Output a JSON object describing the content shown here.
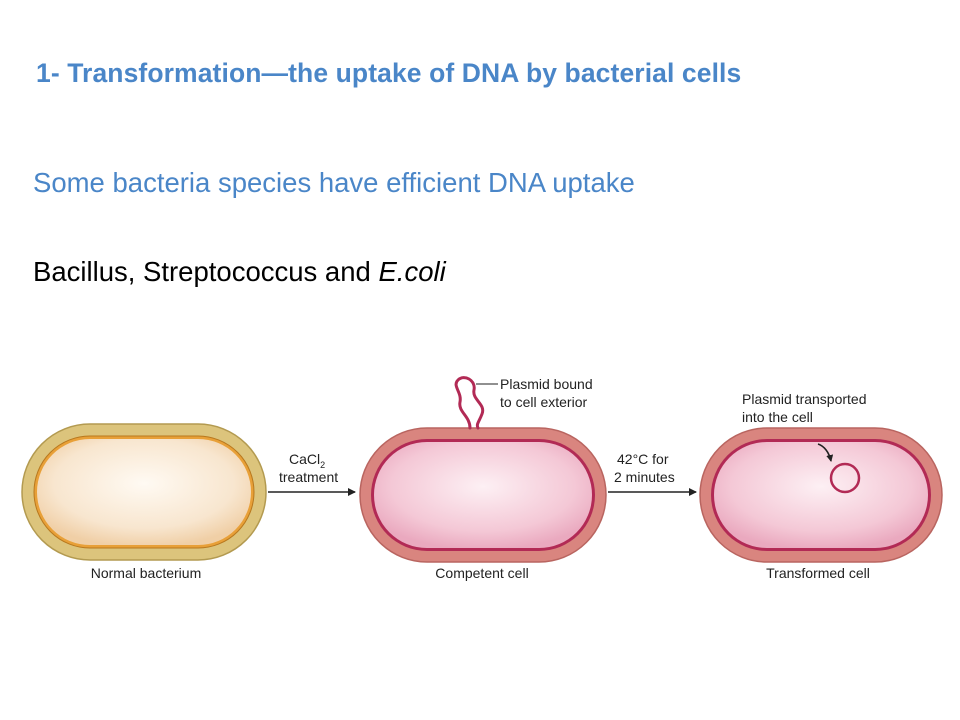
{
  "slide": {
    "title": "1- Transformation—the uptake of DNA by bacterial cells",
    "subtitle": "Some bacteria species have efficient DNA uptake",
    "examples_prefix": "Bacillus, Streptococcus and ",
    "examples_italic": "E.coli"
  },
  "diagram": {
    "cells": [
      {
        "label": "Normal bacterium"
      },
      {
        "label": "Competent cell"
      },
      {
        "label": "Transformed cell"
      }
    ],
    "step1": {
      "line1_main": "CaCl",
      "line1_sub": "2",
      "line2": "treatment"
    },
    "step2": {
      "line1": "42°C for",
      "line2": "2 minutes"
    },
    "callout_plasmid_bound": {
      "line1": "Plasmid bound",
      "line2": "to cell exterior"
    },
    "callout_plasmid_transported": {
      "line1": "Plasmid transported",
      "line2": "into the cell"
    },
    "colors": {
      "title_blue": "#4a86c8",
      "normal_outer": "#d9c27a",
      "normal_inner": "#f7e6cc",
      "competent_outer": "#dc8a86",
      "competent_inner": "#f2c2d0",
      "membrane": "#b22a55"
    }
  }
}
